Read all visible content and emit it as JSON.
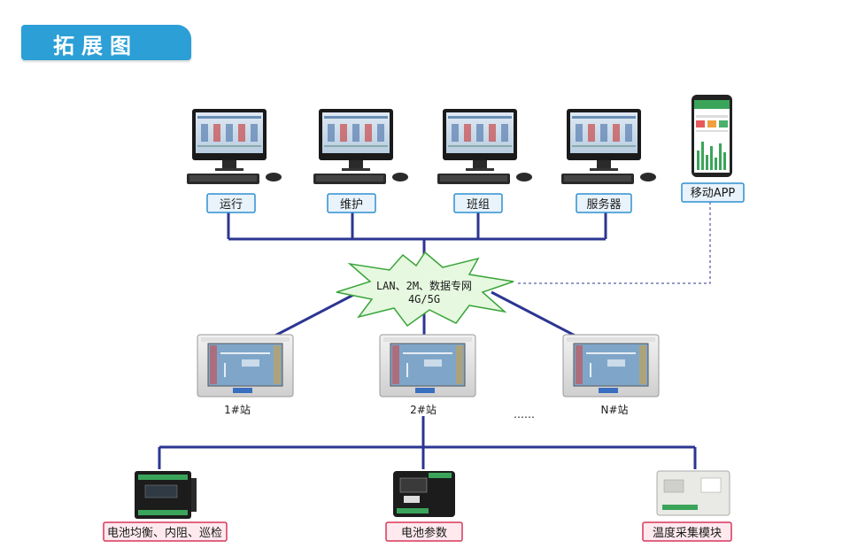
{
  "header": {
    "title": "拓展图"
  },
  "clients": [
    {
      "label": "运行"
    },
    {
      "label": "维护"
    },
    {
      "label": "班组"
    },
    {
      "label": "服务器"
    }
  ],
  "mobile": {
    "label": "移动APP"
  },
  "network": {
    "line1": "LAN、2M、数据专网",
    "line2": "4G/5G"
  },
  "stations": [
    {
      "label": "1#站"
    },
    {
      "label": "2#站"
    },
    {
      "label": "N#站"
    }
  ],
  "ellipsis": "……",
  "modules": [
    {
      "label": "电池均衡、内阻、巡检"
    },
    {
      "label": "电池参数"
    },
    {
      "label": "温度采集模块"
    }
  ],
  "colors": {
    "line": "#2c3592",
    "tab": "#2b9fd6",
    "label_border": "#2f8fd0",
    "label_fill": "#e8f3fb",
    "module_border": "#d9365a",
    "module_fill": "#fde9ee",
    "cloud_fill": "#e6f8e0",
    "cloud_stroke": "#3aa53a"
  }
}
